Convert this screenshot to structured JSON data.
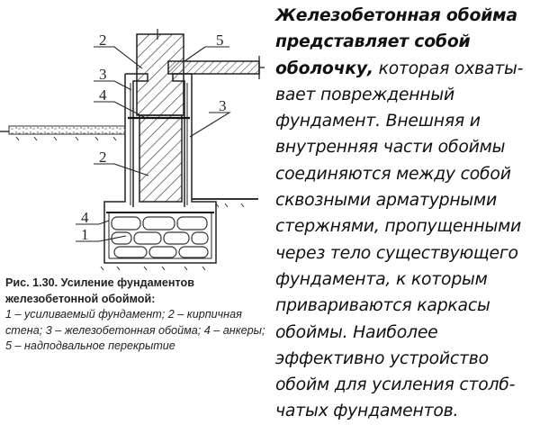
{
  "figure": {
    "labels": {
      "l2_top": "2",
      "l5": "5",
      "l3_left": "3",
      "l4_top": "4",
      "l3_right": "3",
      "l2_mid": "2",
      "l4_bottom": "4",
      "l1": "1"
    },
    "colors": {
      "ink": "#222222",
      "background": "#ffffff"
    }
  },
  "caption": {
    "title": "Рис. 1.30. Усиление фундаментов железобетонной обоймой:",
    "body": "1 – усиливаемый фундамент; 2 – кирпичная стена; 3 – железобетонная обойма; 4 – анкеры; 5 – надподвальное перекрытие"
  },
  "main_text": {
    "lead": "Железобетонная обойма представляет собой оболочку,",
    "rest": " которая охваты-вает поврежденный фундамент. Внешняя и внутренняя части обоймы соединяются между собой сквозными арматурными стержнями, пропущенными через тело существующего фундамента, к которым привариваются каркасы обоймы. Наиболее эффективно устройство обойм для усиления столб-чатых фундаментов."
  }
}
